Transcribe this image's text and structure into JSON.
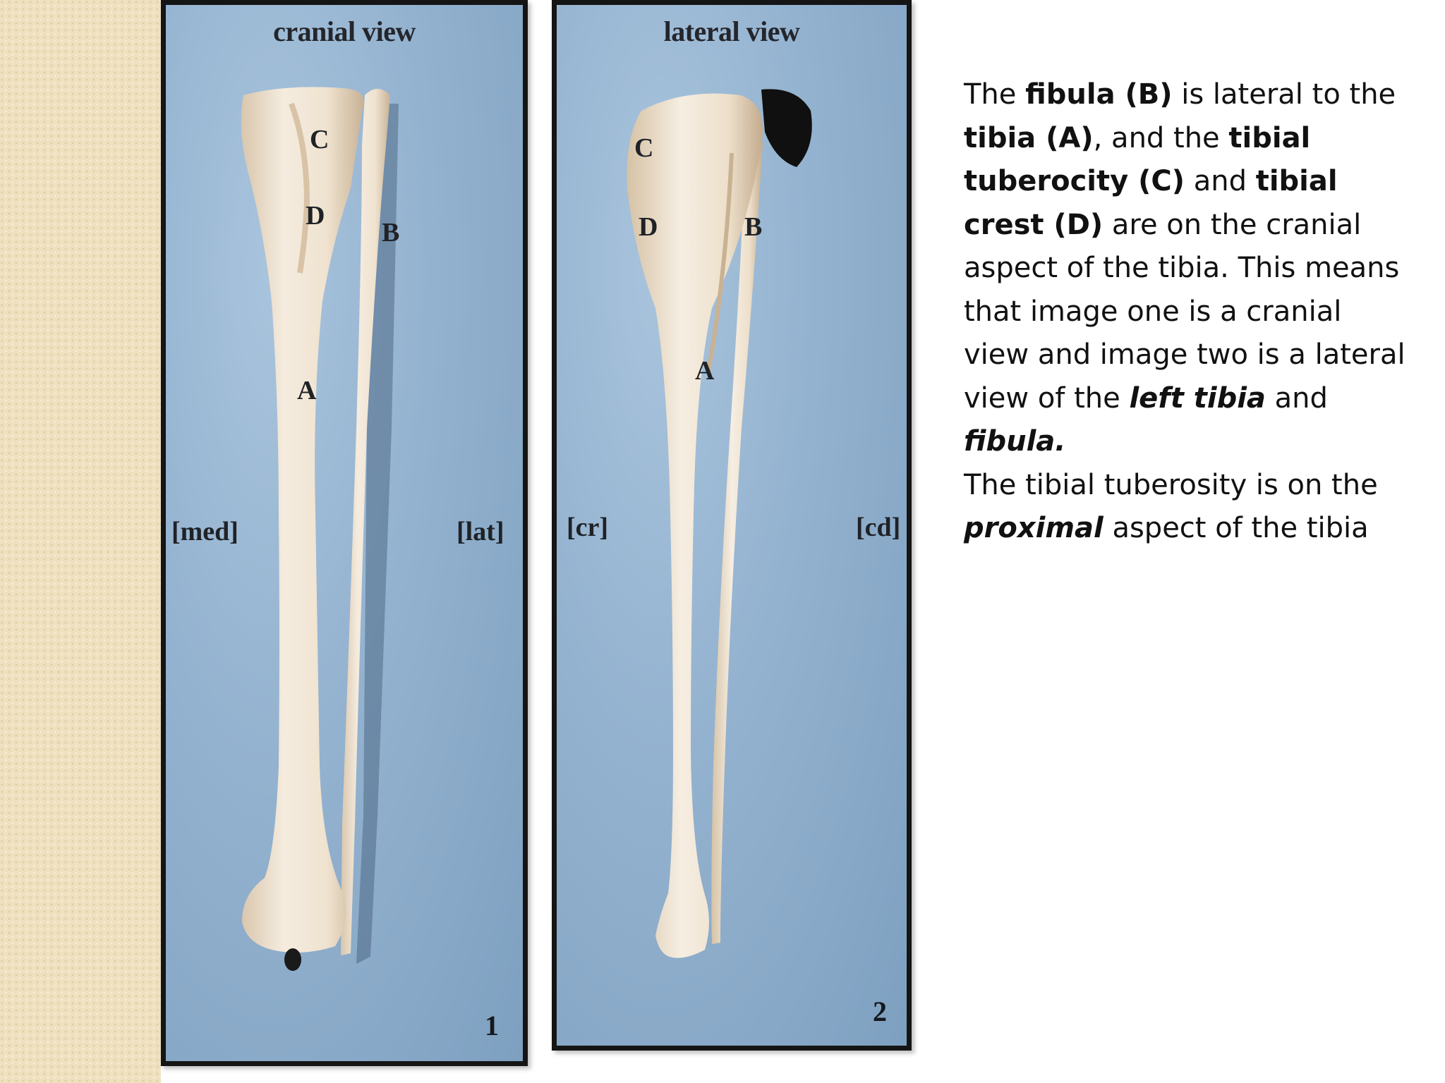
{
  "panels": [
    {
      "title": "cranial view",
      "labels": {
        "c": "C",
        "d": "D",
        "b": "B",
        "a": "A",
        "left": "[med]",
        "right": "[lat]"
      },
      "number": "1"
    },
    {
      "title": "lateral view",
      "labels": {
        "c": "C",
        "d": "D",
        "b": "B",
        "a": "A",
        "left": "[cr]",
        "right": "[cd]"
      },
      "number": "2"
    }
  ],
  "description": {
    "p1": [
      "The ",
      "fibula (B)",
      " is lateral to the ",
      "tibia (A)",
      ", and the ",
      "tibial tuberocity (C)",
      " and ",
      "tibial crest (D)",
      " are on the cranial aspect of the tibia. This means that image one is a cranial view and image two is a lateral view of the ",
      "left tibia",
      " and ",
      "fibula."
    ],
    "p2": [
      "The tibial tuberosity is on the ",
      "proximal",
      " aspect of the tibia"
    ]
  },
  "colors": {
    "background_panel": "#93b2cf",
    "bone": "#efe2cf",
    "side_strip": "#efe1c0",
    "border": "#151515"
  }
}
